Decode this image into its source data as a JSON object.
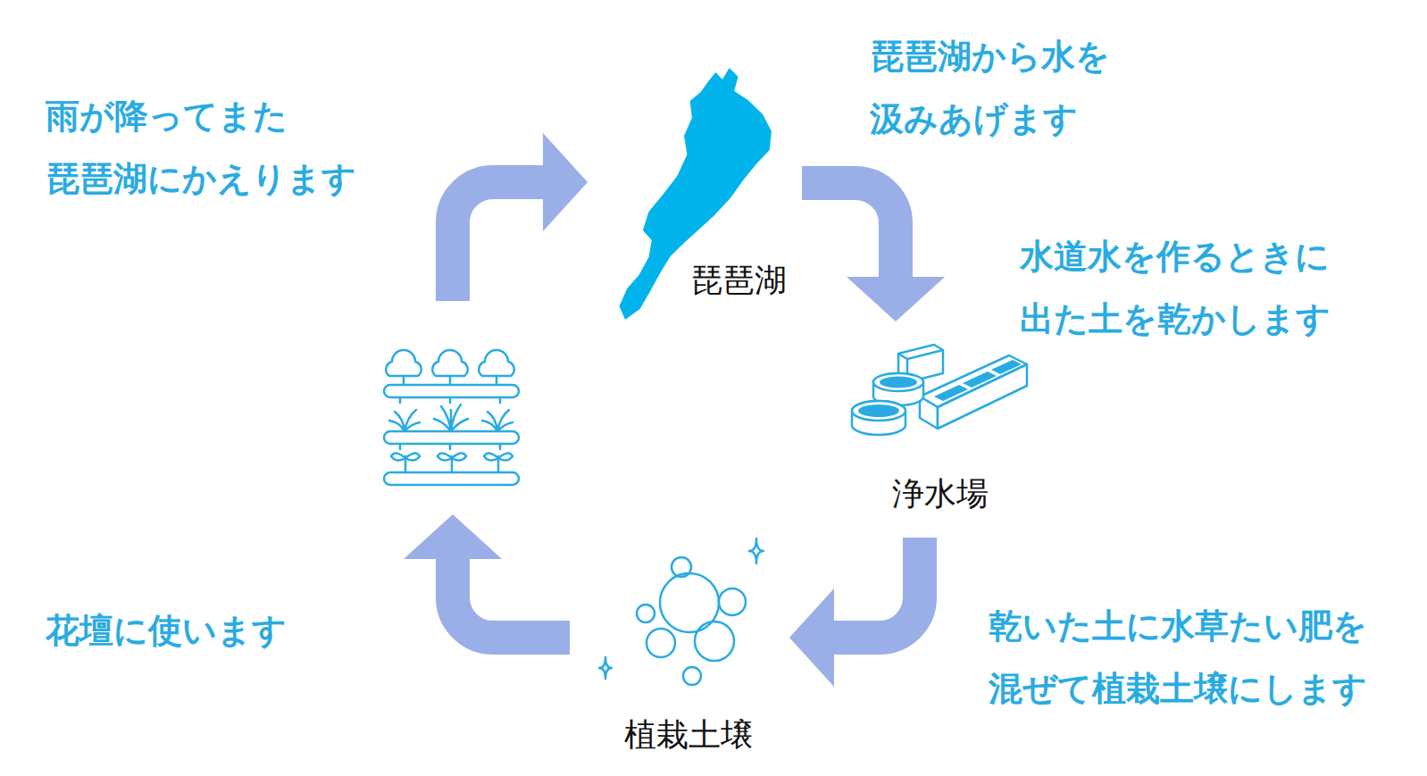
{
  "diagram": {
    "nodes": [
      {
        "text": [
          "琵琶湖"
        ]
      },
      {
        "text": [
          "浄水場"
        ]
      },
      {
        "text": [
          "植栽土壌"
        ]
      }
    ],
    "edges": [
      {
        "from": 0,
        "to": 1,
        "arrow": "to"
      },
      {
        "from": 1,
        "to": 2,
        "arrow": "to"
      }
    ],
    "labels": [
      "雨が降ってまた 琵琶湖にかえります",
      "琵琶湖から水を 汲みあげます",
      "水道水を作るときに 出た土を乾かします",
      "乾いた土に水草たい肥を 混ぜて植栽土壌にします",
      "花壇に使います"
    ]
  }
}
